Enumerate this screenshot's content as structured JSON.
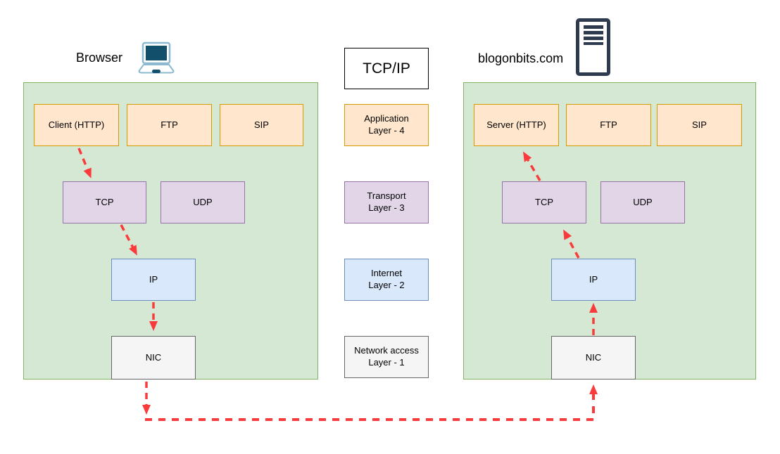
{
  "title_box": {
    "label": "TCP/IP"
  },
  "left_stack": {
    "header": "Browser",
    "icon": "laptop-icon",
    "application_boxes": [
      "Client (HTTP)",
      "FTP",
      "SIP"
    ],
    "transport_boxes": [
      "TCP",
      "UDP"
    ],
    "internet_box": "IP",
    "network_box": "NIC"
  },
  "right_stack": {
    "header": "blogonbits.com",
    "icon": "server-icon",
    "application_boxes": [
      "Server (HTTP)",
      "FTP",
      "SIP"
    ],
    "transport_boxes": [
      "TCP",
      "UDP"
    ],
    "internet_box": "IP",
    "network_box": "NIC"
  },
  "layers": [
    {
      "line1": "Application",
      "line2": "Layer - 4"
    },
    {
      "line1": "Transport",
      "line2": "Layer - 3"
    },
    {
      "line1": "Internet",
      "line2": "Layer - 2"
    },
    {
      "line1": "Network access",
      "line2": "Layer - 1"
    }
  ],
  "colors": {
    "application_fill": "#FFE6CC",
    "application_stroke": "#D79B00",
    "transport_fill": "#E1D5E7",
    "transport_stroke": "#9673A6",
    "internet_fill": "#DAE8FC",
    "internet_stroke": "#6C8EBF",
    "network_fill": "#F5F5F5",
    "network_stroke": "#666666",
    "container_fill": "#D5E8D4",
    "container_stroke": "#82B366",
    "arrow": "#FA3B3B",
    "laptop_stroke": "#8CB8D0",
    "laptop_screen": "#114F6B",
    "server_stroke": "#2E3B4E"
  }
}
